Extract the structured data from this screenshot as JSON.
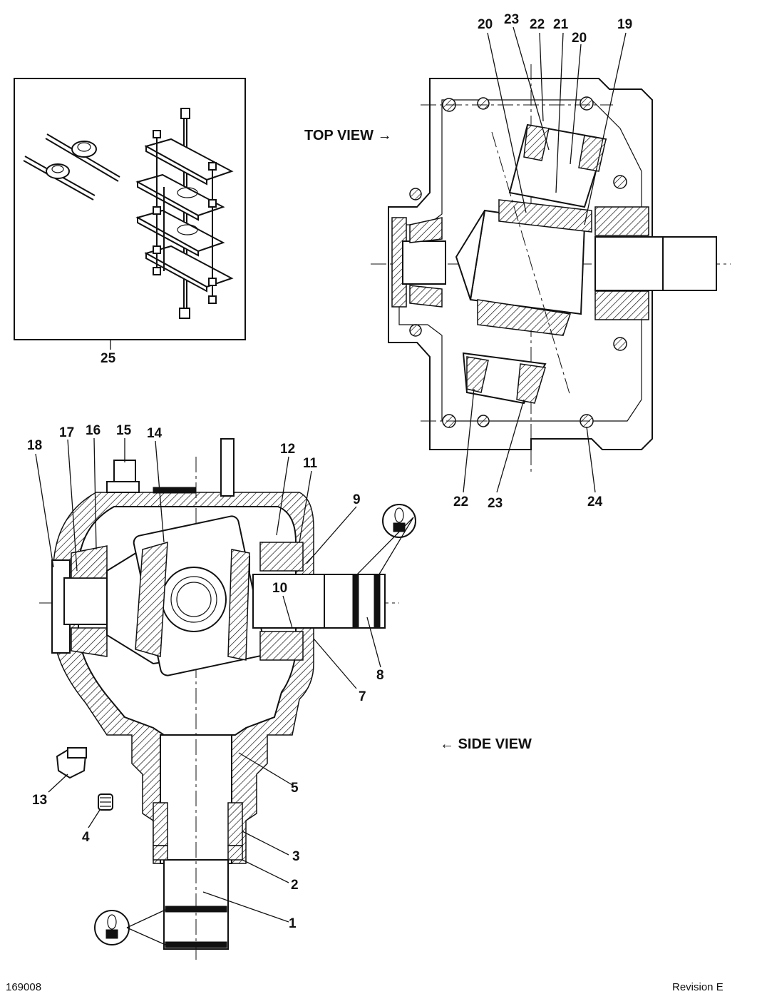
{
  "views": {
    "top_view": "TOP VIEW →",
    "side_view": "← SIDE VIEW"
  },
  "callouts": {
    "top": [
      "20",
      "23",
      "22",
      "21",
      "20",
      "19",
      "22",
      "23",
      "24"
    ],
    "side": [
      "18",
      "17",
      "16",
      "15",
      "14",
      "12",
      "11",
      "9",
      "10",
      "8",
      "7",
      "5",
      "13",
      "4",
      "3",
      "2",
      "1"
    ],
    "kit": "25"
  },
  "footer": {
    "drawing_number": "169008",
    "revision": "Revision E"
  }
}
